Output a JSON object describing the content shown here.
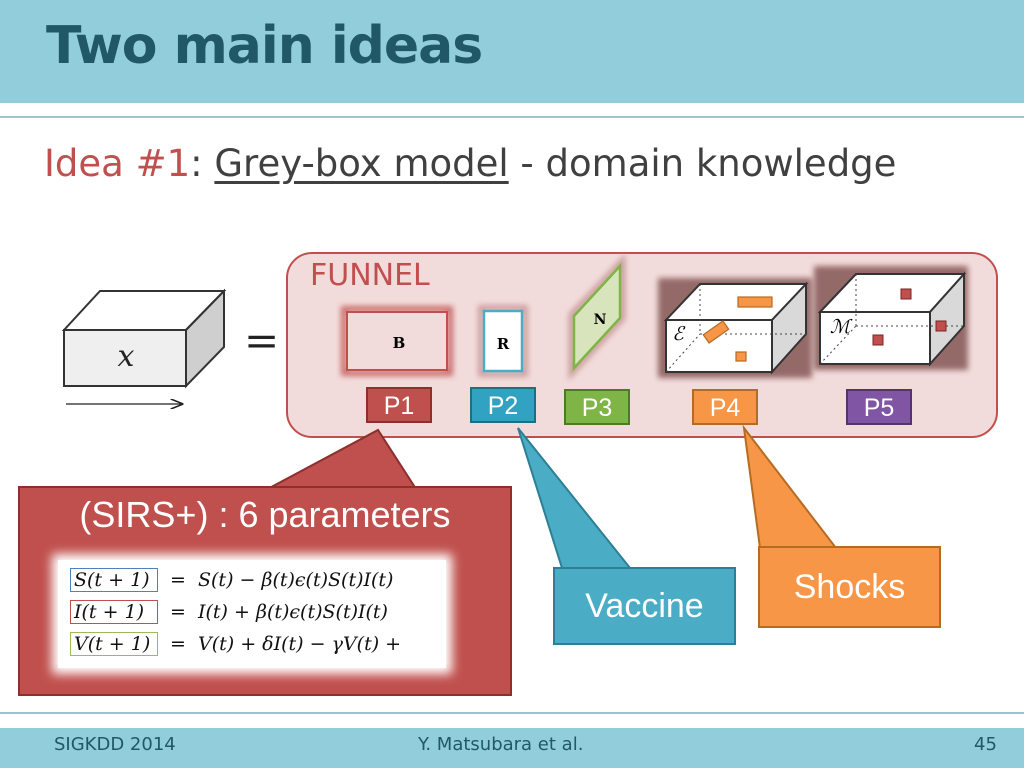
{
  "header": {
    "title": "Two main ideas"
  },
  "subtitle": {
    "idea_label": "Idea #1",
    "colon": ": ",
    "model": "Grey-box model",
    "rest": " - domain knowledge"
  },
  "diagram": {
    "input_symbol": "x",
    "equals": "=",
    "funnel_label": "FUNNEL",
    "shape_b": "B",
    "shape_r": "R",
    "shape_n": "N",
    "shape_e": "ℰ",
    "shape_m": "ℳ",
    "tags": [
      "P1",
      "P2",
      "P3",
      "P4",
      "P5"
    ]
  },
  "sirs": {
    "title": "(SIRS+) : 6 parameters",
    "equations": [
      {
        "lhs": "S(t + 1)",
        "eq": "=",
        "rhs": "S(t) − β(t)ϵ(t)S(t)I(t)",
        "color": "#4f81bd"
      },
      {
        "lhs": "I(t + 1)",
        "eq": "=",
        "rhs": "I(t) + β(t)ϵ(t)S(t)I(t)",
        "color": "#c0504d"
      },
      {
        "lhs": "V(t + 1)",
        "eq": "=",
        "rhs": "V(t) + δI(t) − γV(t) +",
        "color": "#9bbb59"
      }
    ]
  },
  "callouts": {
    "vaccine": "Vaccine",
    "shocks": "Shocks"
  },
  "footer": {
    "conference": "SIGKDD 2014",
    "authors": "Y. Matsubara et al.",
    "page": "45"
  },
  "colors": {
    "header": "#92cddc",
    "title": "#215868",
    "accent_red": "#c0504d",
    "blue": "#4bacc6",
    "green": "#7fb446",
    "orange": "#f79646",
    "purple": "#7f55a4"
  }
}
